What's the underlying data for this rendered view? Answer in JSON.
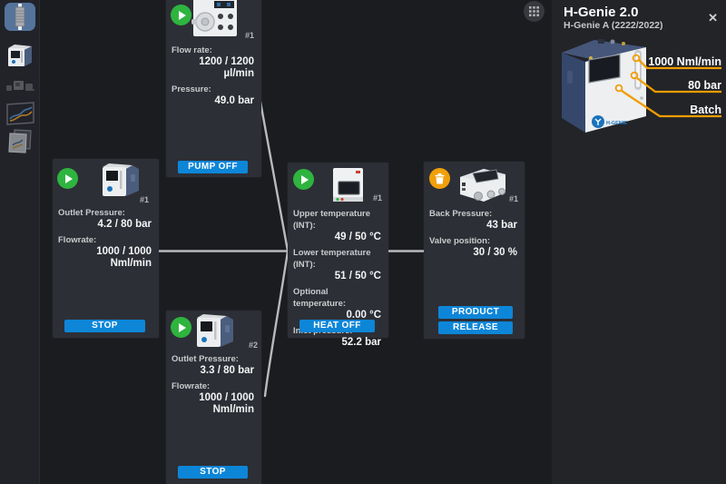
{
  "sidebar": {
    "items": [
      {
        "label": "reactions",
        "selected": true
      },
      {
        "label": "devices",
        "selected": false
      },
      {
        "label": "modules",
        "selected": false
      },
      {
        "label": "charts",
        "selected": false
      },
      {
        "label": "reports",
        "selected": false
      }
    ]
  },
  "canvas": {
    "nodes": {
      "pump": {
        "unit": "#1",
        "rows": [
          {
            "label": "Flow rate:",
            "value": "1200 / 1200 µl/min"
          },
          {
            "label": "Pressure:",
            "value": "49.0 bar"
          }
        ],
        "button": "PUMP OFF"
      },
      "gas1": {
        "unit": "#1",
        "rows": [
          {
            "label": "Outlet Pressure:",
            "value": "4.2 / 80 bar"
          },
          {
            "label": "Flowrate:",
            "value": "1000 / 1000 Nml/min"
          }
        ],
        "button": "STOP"
      },
      "reactor": {
        "unit": "#1",
        "rows": [
          {
            "label": "Upper temperature (INT):",
            "value": "49 / 50 °C"
          },
          {
            "label": "Lower temperature (INT):",
            "value": "51 / 50 °C"
          },
          {
            "label": "Optional temperature:",
            "value": "0.00 °C"
          },
          {
            "label": "Inlet pressure:",
            "value": "52.2 bar"
          }
        ],
        "button": "HEAT OFF"
      },
      "bpr": {
        "unit": "#1",
        "rows": [
          {
            "label": "Back Pressure:",
            "value": "43 bar"
          },
          {
            "label": "Valve position:",
            "value": "30 / 30 %"
          }
        ],
        "button_product": "PRODUCT",
        "button_release": "RELEASE"
      },
      "gas2": {
        "unit": "#2",
        "rows": [
          {
            "label": "Outlet Pressure:",
            "value": "3.3 / 80 bar"
          },
          {
            "label": "Flowrate:",
            "value": "1000 / 1000 Nml/min"
          }
        ],
        "button": "STOP"
      }
    }
  },
  "panel": {
    "title": "H-Genie 2.0",
    "subtitle": "H-Genie A (2222/2022)",
    "close_icon": "✕",
    "callouts": [
      {
        "label": "1000 Nml/min"
      },
      {
        "label": "80 bar"
      },
      {
        "label": "Batch"
      }
    ]
  },
  "colors": {
    "action_blue": "#0d86d8",
    "play_green": "#2eb43f",
    "delete_orange": "#efa00b",
    "callout_orange": "#f19c00",
    "connector_gray": "#b9babd"
  }
}
